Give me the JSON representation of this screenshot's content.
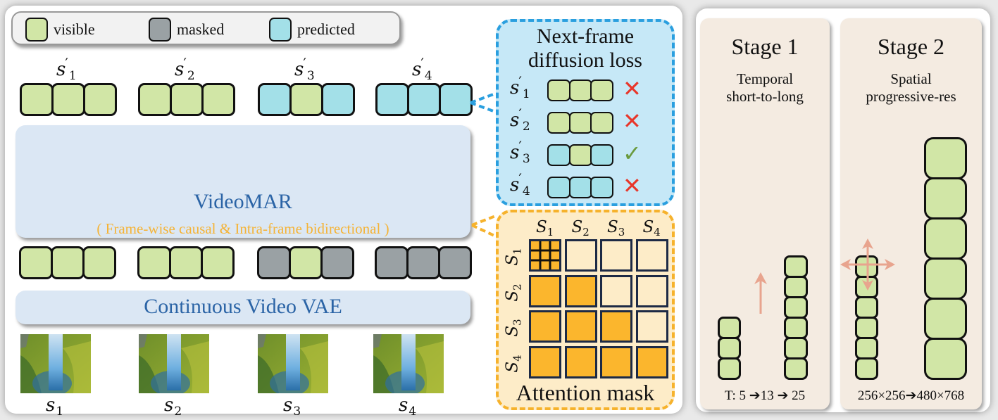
{
  "legend": {
    "items": [
      {
        "label": "visible",
        "state": "visible"
      },
      {
        "label": "masked",
        "state": "masked"
      },
      {
        "label": "predicted",
        "state": "predicted"
      }
    ]
  },
  "colors": {
    "visible": "#d1e6a6",
    "masked": "#9aa1a4",
    "predicted": "#a3e0e8",
    "model_text": "#2b64a6",
    "subtitle_text": "#f5b335",
    "loss_border": "#2a9fdf",
    "attn_border": "#f6b22c",
    "attn_on": "#fbb62d",
    "cross_mark": "#e8362a",
    "check_mark": "#6a9a3e",
    "arrow": "#e8a48e"
  },
  "outputs": [
    {
      "label": "s",
      "sub": "1",
      "prime": "′",
      "tokens": [
        "visible",
        "visible",
        "visible"
      ]
    },
    {
      "label": "s",
      "sub": "2",
      "prime": "′",
      "tokens": [
        "visible",
        "visible",
        "visible"
      ]
    },
    {
      "label": "s",
      "sub": "3",
      "prime": "′",
      "tokens": [
        "predicted",
        "visible",
        "predicted"
      ]
    },
    {
      "label": "s",
      "sub": "4",
      "prime": "′",
      "tokens": [
        "predicted",
        "predicted",
        "predicted"
      ]
    }
  ],
  "model": {
    "title": "VideoMAR",
    "subtitle": "( Frame-wise causal & Intra-frame bidirectional )"
  },
  "inputs": [
    {
      "tokens": [
        "visible",
        "visible",
        "visible"
      ]
    },
    {
      "tokens": [
        "visible",
        "visible",
        "visible"
      ]
    },
    {
      "tokens": [
        "masked",
        "visible",
        "masked"
      ]
    },
    {
      "tokens": [
        "masked",
        "masked",
        "masked"
      ]
    }
  ],
  "vae": {
    "title": "Continuous Video VAE"
  },
  "frames": [
    {
      "label": "s",
      "sub": "1"
    },
    {
      "label": "s",
      "sub": "2"
    },
    {
      "label": "s",
      "sub": "3"
    },
    {
      "label": "s",
      "sub": "4"
    }
  ],
  "loss_panel": {
    "title_line1": "Next-frame",
    "title_line2": "diffusion loss",
    "rows": [
      {
        "label": "s",
        "sub": "1",
        "prime": "′",
        "tokens": [
          "visible",
          "visible",
          "visible"
        ],
        "loss": "cross",
        "glyph": "✕"
      },
      {
        "label": "s",
        "sub": "2",
        "prime": "′",
        "tokens": [
          "visible",
          "visible",
          "visible"
        ],
        "loss": "cross",
        "glyph": "✕"
      },
      {
        "label": "s",
        "sub": "3",
        "prime": "′",
        "tokens": [
          "predicted",
          "visible",
          "predicted"
        ],
        "loss": "check",
        "glyph": "✓"
      },
      {
        "label": "s",
        "sub": "4",
        "prime": "′",
        "tokens": [
          "predicted",
          "predicted",
          "predicted"
        ],
        "loss": "cross",
        "glyph": "✕"
      }
    ]
  },
  "attention_mask": {
    "title": "Attention mask",
    "col_headers": [
      {
        "label": "S",
        "sub": "1"
      },
      {
        "label": "S",
        "sub": "2"
      },
      {
        "label": "S",
        "sub": "3"
      },
      {
        "label": "S",
        "sub": "4"
      }
    ],
    "row_headers": [
      {
        "label": "S",
        "sub": "1"
      },
      {
        "label": "S",
        "sub": "2"
      },
      {
        "label": "S",
        "sub": "3"
      },
      {
        "label": "S",
        "sub": "4"
      }
    ],
    "matrix": [
      [
        1,
        0,
        0,
        0
      ],
      [
        1,
        1,
        0,
        0
      ],
      [
        1,
        1,
        1,
        0
      ],
      [
        1,
        1,
        1,
        1
      ]
    ],
    "intra_frame_grid_cell": [
      0,
      0
    ]
  },
  "stages": [
    {
      "title": "Stage 1",
      "subtitle_line1": "Temporal",
      "subtitle_line2": "short-to-long",
      "footer": "T:  5 ➔13 ➔ 25",
      "stacks": [
        3,
        6
      ]
    },
    {
      "title": "Stage 2",
      "subtitle_line1": "Spatial",
      "subtitle_line2": "progressive-res",
      "footer": "256×256➔480×768",
      "stacks": [
        6,
        6
      ]
    }
  ]
}
